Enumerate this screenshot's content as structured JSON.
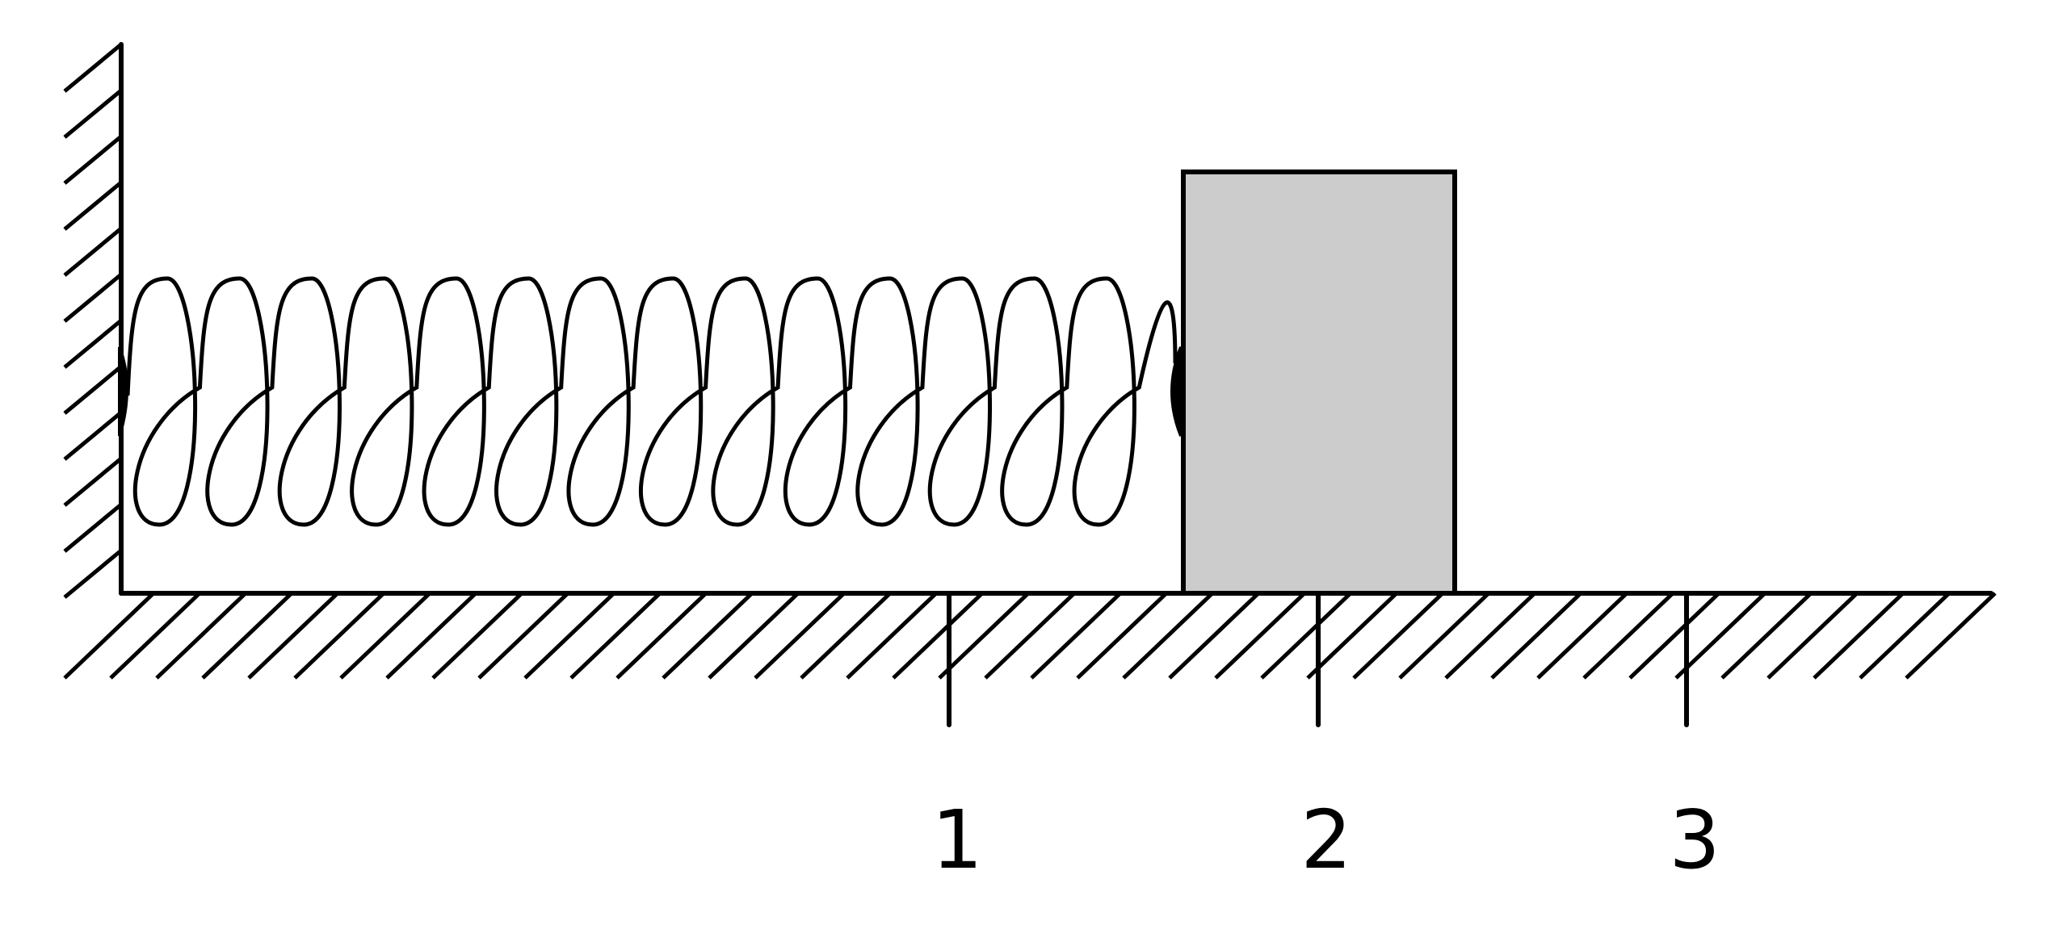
{
  "figure": {
    "description_free": true,
    "spring": {
      "turns": 14
    },
    "block": {
      "fill": "#cccccc",
      "stroke": "#000000"
    },
    "markers": [
      {
        "id": "1",
        "label": "1"
      },
      {
        "id": "2",
        "label": "2"
      },
      {
        "id": "3",
        "label": "3"
      }
    ]
  }
}
